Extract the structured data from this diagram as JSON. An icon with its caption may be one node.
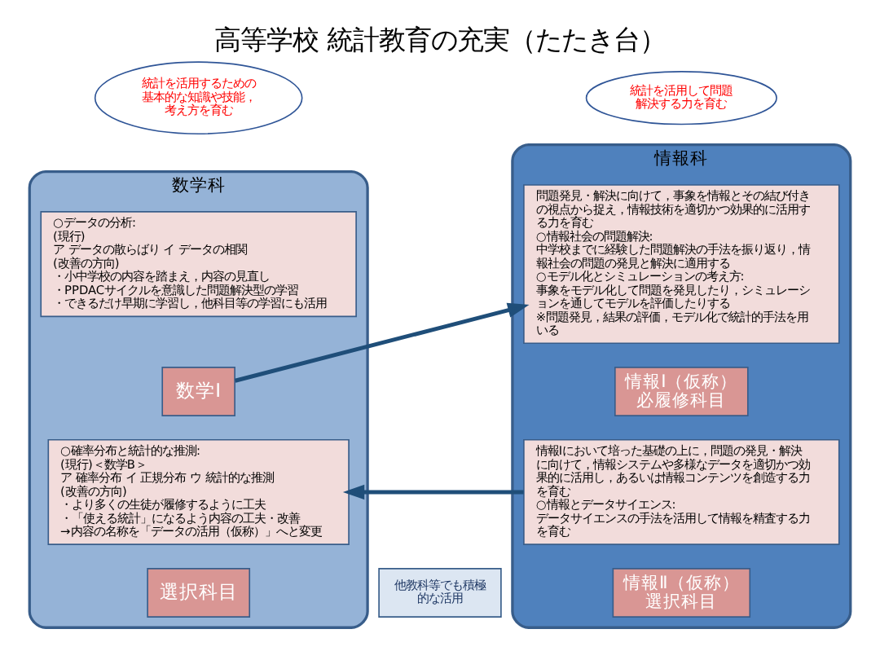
{
  "diagram": {
    "title": "高等学校 統計教育の充実（たたき台）",
    "nodes": [
      {
        "text": [
          "統計を活用するための基本的な知識や技能，考え方を育む"
        ]
      },
      {
        "text": [
          "統計を活用して問題解決する力を育む"
        ]
      },
      {
        "text": [
          "数学科"
        ]
      },
      {
        "text": [
          "○データの分析:",
          "(現行)",
          "ア データの散らばり イ データの相関",
          "(改善の方向)",
          "・小中学校の内容を踏まえ，内容の見直し",
          "・PPDACサイクルを意識した問題解決型の学習",
          "・できるだけ早期に学習し，他科目等の学習にも活用"
        ],
        "in": 2
      },
      {
        "text": [
          "数学Ⅰ"
        ],
        "in": 2
      },
      {
        "text": [
          "○確率分布と統計的な推測:",
          "(現行)＜数学B＞",
          "ア 確率分布 イ 正規分布 ウ 統計的な推測",
          "(改善の方向)",
          "・より多くの生徒が履修するように工夫",
          "・「使える統計」になるよう内容の工夫・改善",
          "→内容の名称を「データの活用（仮称）」へと変更"
        ],
        "in": 2
      },
      {
        "text": [
          "選択科目"
        ],
        "in": 2
      },
      {
        "text": [
          "情報科"
        ]
      },
      {
        "text": [
          "問題発見・解決に向けて，事象を情報とその結び付きの視点から捉え，情報技術を適切かつ効果的に活用する力を育む",
          "○情報社会の問題解決:",
          "中学校までに経験した問題解決の手法を振り返り，情報社会の問題の発見と解決に適用する",
          "○モデル化とシミュレーションの考え方:",
          "事象をモデル化して問題を発見したり，シミュレーションを通してモデルを評価したりする",
          "※問題発見，結果の評価，モデル化で統計的手法を用いる"
        ],
        "in": 7
      },
      {
        "text": [
          "情報Ⅰ（仮称）",
          "必履修科目"
        ],
        "in": 7
      },
      {
        "text": [
          "情報Ⅰにおいて培った基礎の上に，問題の発見・解決に向けて，情報システムや多様なデータを適切かつ効果的に活用し，あるいは情報コンテンツを創造する力を育む",
          "○情報とデータサイエンス:",
          "データサイエンスの手法を活用して情報を精査する力を育む"
        ],
        "in": 7
      },
      {
        "text": [
          "情報Ⅱ（仮称）",
          "選択科目"
        ],
        "in": 7
      },
      {
        "text": [
          "他教科等でも積極的な活用"
        ]
      }
    ],
    "edges": [
      {
        "from": 4,
        "to": 8,
        "arrow": "to"
      },
      {
        "from": 10,
        "to": 5,
        "arrow": "to"
      }
    ]
  }
}
